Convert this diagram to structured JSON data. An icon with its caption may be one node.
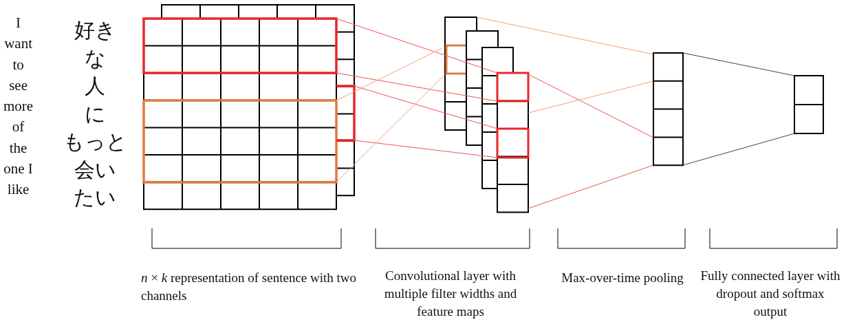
{
  "diagram": {
    "labels": [
      "I want to see more of the one I like",
      "好き",
      "な",
      "人",
      "に",
      "もっと",
      "会い",
      "たい",
      "*n* × *k* representation of sentence with two channels",
      "Convolutional layer with multiple filter widths and feature maps",
      "Max-over-time pooling",
      "Fully connected layer with dropout and softmax output"
    ]
  }
}
